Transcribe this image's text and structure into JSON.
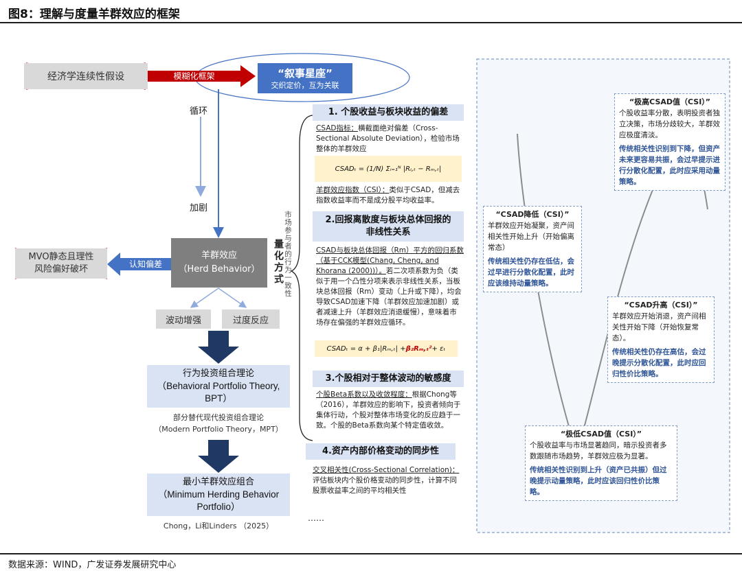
{
  "title": "图8：理解与度量羊群效应的框架",
  "source": "数据来源：WIND，广发证券发展研究中心",
  "left": {
    "econ_assumption": "经济学连续性假设",
    "fuzzy_frame": "模糊化框架",
    "narrative_title": "“叙事星座”",
    "narrative_sub": "交织定价，互为关联",
    "cycle": "循环",
    "intensify": "加剧",
    "herd_cn": "羊群效应",
    "herd_en": "（Herd Behavior）",
    "cognitive_bias": "认知偏差",
    "mvo_line1": "MVO静态且理性",
    "mvo_line2": "风险偏好破坏",
    "vol_amplify": "波动增强",
    "overreaction": "过度反应",
    "bpt_line1": "行为投资组合理论",
    "bpt_line2": "（Behavioral Portfolio Theory,",
    "bpt_line3": "BPT）",
    "mpt_line1": "部分替代现代投资组合理论",
    "mpt_line2": "（Modern Portfolio Theory，MPT）",
    "mhb_line1": "最小羊群效应组合",
    "mhb_line2": "（Minimum Herding Behavior",
    "mhb_line3": "Portfolio）",
    "citation": "Chong，Li和Linders （2025）"
  },
  "middle": {
    "vert_small": "市场参与者的行为一致性",
    "vert_big": "量化方式",
    "s1_head": "1. 个股收益与板块收益的偏差",
    "s1_t1": "CSAD指标：",
    "s1_t2": "横截面绝对偏差（Cross-Sectional Absolute Deviation），检验市场整体的羊群效应",
    "s1_formula": "CSADₜ = (1/N) Σᵢ₌₁ᴺ |Rᵢ,ₜ − Rₘ,ₜ|",
    "s1_t3": "羊群效应指数（CSI）：",
    "s1_t4": "类似于CSAD，但减去指数收益率而不是成分股平均收益率。",
    "s2_head_l1": "2.回报离散度与板块总体回报的",
    "s2_head_l2": "非线性关系",
    "s2_t1": "CSAD与板块总体回报（Rm）平方的回归系数（基于CCK模型(Chang, Cheng, and Khorana (2000))）。",
    "s2_t2": "若二次项系数为负（类似于用一个凸性分项来表示非线性关系，当板块总体回报（Rm）变动（上升或下降），均会导致CSAD加速下降（羊群效应加速加剧）或者减速上升（羊群效应消退缓慢），意味着市场存在偏强的羊群效应循环。",
    "s2_formula_a": "CSADₜ = α + β₁|Rₘ,ₜ| + ",
    "s2_formula_b": "β₂Rₘ,ₜ²",
    "s2_formula_c": " + εₜ",
    "s3_head": "3.个股相对于整体波动的敏感度",
    "s3_t1": "个股Beta系数以及收敛程度：",
    "s3_t2": "根据Chong等（2016），羊群效应的影响下，投资者倾向于集体行动，个股对整体市场变化的反应趋于一致。个股的Beta系数向某个特定值收敛。",
    "s4_head": "4.资产内部价格变动的同步性",
    "s4_t1": "交叉相关性(Cross-Sectional Correlation)：",
    "s4_t2": "评估板块内个股价格变动的同步性，计算不同股票收益率之间的平均相关性",
    "ellipsis": "……"
  },
  "right": {
    "high_title": "“极高CSAD值（CSI）”",
    "high_body": "个股收益率分散，表明投资者独立决策，市场分歧较大，羊群效应极度清淡。",
    "high_blue": "传统相关性识别到下降，但资产未来更容易共振，会过早提示进行分散化配置，此时应采用动量策略。",
    "dec_title": "“CSAD降低（CSI）”",
    "dec_body": "羊群效应开始凝聚，资产间相关性开始上升（开始偏离常态）",
    "dec_blue": "传统相关性仍存在低估，会过早进行分散化配置，此时应该维持动量策略。",
    "inc_title": "“CSAD升高（CSI）”",
    "inc_body": "羊群效应开始消退，资产间相关性开始下降（开始恢复常态）。",
    "inc_blue": "传统相关性仍存在高估，会过晚提示分散化配置，此时应回归性价比策略。",
    "low_title": "“极低CSAD值（CSI）”",
    "low_body": "个股收益率与市场显著趋同，暗示投资者多数跟随市场趋势，羊群效应极为显著。",
    "low_blue": "传统相关性识别到上升（资产已共振）但过晚提示动量策略，此时应该回归性价比策略。"
  }
}
